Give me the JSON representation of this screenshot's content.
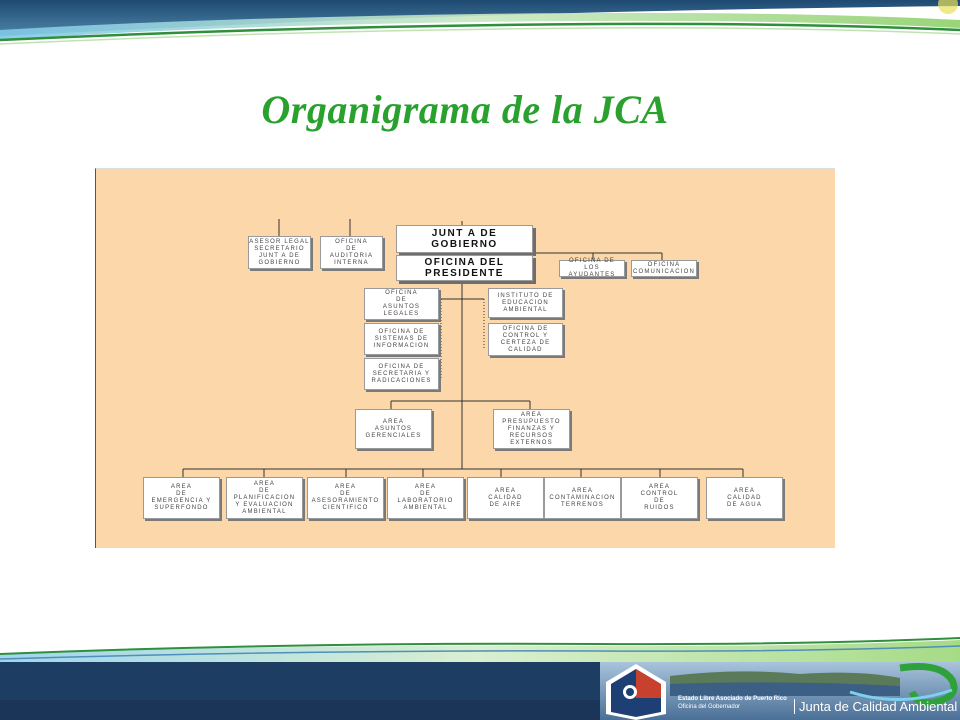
{
  "slide": {
    "title": "Organigrama de la JCA"
  },
  "org_chart": {
    "junta": "JUNT A DE\nGOBIERNO",
    "presidente": "OFICINA DEL\nPRESIDENTE",
    "asesor_legal": "ASESOR LEGAL\nSECRETARIO\nJUNT A DE\nGOBIERNO",
    "auditoria": "OFICINA\nDE\nAUDITORIA\nINTERNA",
    "ayudantes": "OFICINA DE LOS\nAYUDANTES",
    "comunicacion": "OFICINA\nCOMUNICACION",
    "asuntos_legales": "OFICINA\nDE\nASUNTOS\nLEGALES",
    "sistemas": "OFICINA DE\nSISTEMAS DE\nINFORMACION",
    "secretaria": "OFICINA DE\nSECRETARIA Y\nRADICACIONES",
    "instituto": "INSTITUTO DE\nEDUCACION\nAMBIENTAL",
    "control_certeza": "OFICINA DE\nCONTROL Y\nCERTEZA DE\nCALIDAD",
    "asuntos_gerenciales": "AREA\nASUNTOS\nGERENCIALES",
    "presupuesto": "AREA\nPRESUPUESTO\nFINANZAS Y\nRECURSOS\nEXTERNOS",
    "areas": [
      "AREA\nDE\nEMERGENCIA Y\nSUPERFONDO",
      "AREA\nDE\nPLANIFICACION\nY EVALUACION\nAMBIENTAL",
      "AREA\nDE\nASESORAMIENTO\nCIENTIFICO",
      "AREA\nDE\nLABORATORIO\nAMBIENTAL",
      "AREA\nCALIDAD\nDE AIRE",
      "AREA\nCONTAMINACION\nTERRENOS",
      "AREA\nCONTROL\nDE\nRUIDOS",
      "AREA\nCALIDAD\nDE AGUA"
    ]
  },
  "footer": {
    "line1": "Estado Libre Asociado de Puerto Rico",
    "line2": "Oficina del Gobernador",
    "agency": "Junta de Calidad Ambiental"
  },
  "colors": {
    "title": "#2aa12f",
    "chart_bg": "#fbd7a9",
    "footer_bar": "#1d3d63"
  }
}
